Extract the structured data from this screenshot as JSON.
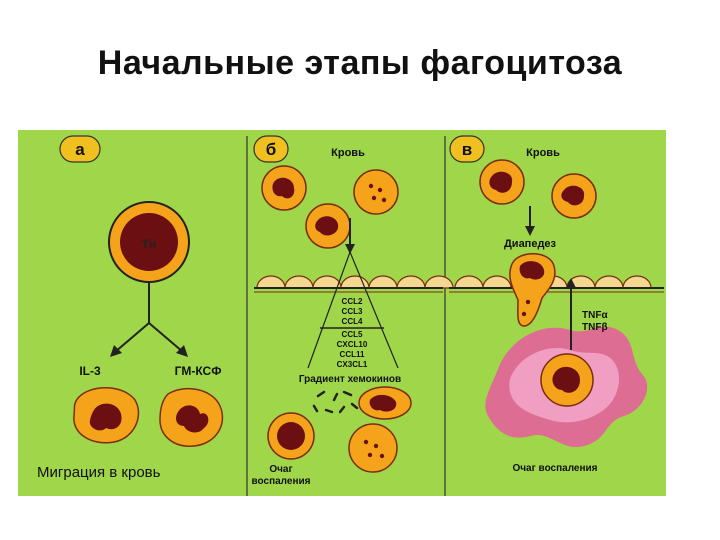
{
  "title": "Начальные этапы фагоцитоза",
  "caption": "Миграция в кровь",
  "colors": {
    "background": "#9fd64a",
    "cell_fill": "#f5a31a",
    "cell_outline": "#7a2d10",
    "nucleus": "#6b0f12",
    "inflammation": "#e85aa0"
  },
  "panels": [
    {
      "letter": "а",
      "cell_label": "Тн",
      "left_factor": "IL-3",
      "right_factor": "ГМ-КСФ"
    },
    {
      "letter": "б",
      "top_label": "Кровь",
      "chemokines": [
        "CCL2",
        "CCL3",
        "CCL4",
        "CCL5",
        "CXCL10",
        "CCL11",
        "CX3CL1"
      ],
      "gradient_label": "Градиент хемокинов",
      "focus_label_1": "Очаг",
      "focus_label_2": "воспаления"
    },
    {
      "letter": "в",
      "top_label": "Кровь",
      "diapedesis_label": "Диапедез",
      "tnf_a": "TNFα",
      "tnf_b": "TNFβ",
      "focus_label": "Очаг воспаления"
    }
  ]
}
